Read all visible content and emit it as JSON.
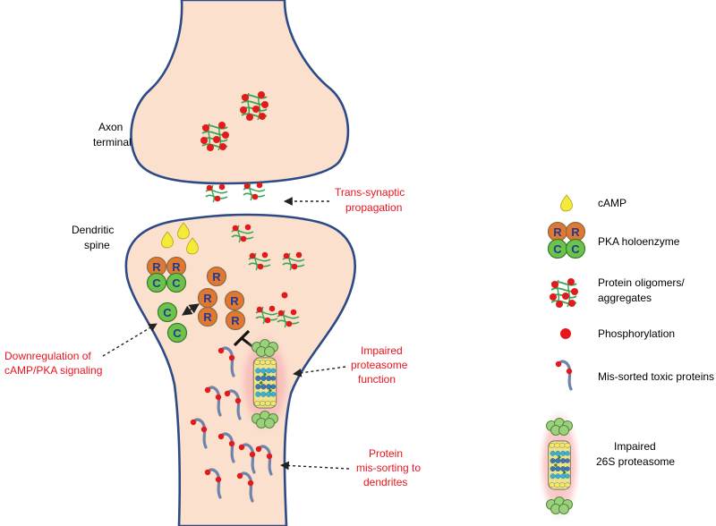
{
  "compartments": {
    "axon_terminal": [
      "Axon",
      "terminal"
    ],
    "dendritic_spine": [
      "Dendritic",
      "spine"
    ]
  },
  "annotations": {
    "trans_synaptic": [
      "Trans-synaptic",
      "propagation"
    ],
    "downregulation": [
      "Downregulation of",
      "cAMP/PKA signaling"
    ],
    "impaired_proteasome": [
      "Impaired",
      "proteasome",
      "function"
    ],
    "mis_sorting": [
      "Protein",
      "mis-sorting to",
      "dendrites"
    ]
  },
  "subunits": {
    "regulatory": "R",
    "catalytic": "C"
  },
  "legend": {
    "camp": "cAMP",
    "pka": "PKA holoenzyme",
    "oligomers": [
      "Protein oligomers/",
      "aggregates"
    ],
    "phosphorylation": "Phosphorylation",
    "missorted": "Mis-sorted toxic proteins",
    "proteasome": [
      "Impaired",
      "26S proteasome"
    ]
  },
  "colors": {
    "cell_fill": "#fbe0cd",
    "membrane": "#2c4a86",
    "red_text": "#e8141e",
    "r_subunit": "#e07830",
    "c_subunit": "#6cc24a",
    "camp": "#f4ea3a",
    "phospho": "#e31a1c",
    "oligomer_strand": "#3aa655",
    "missorted_protein": "#6e84ac",
    "proteasome_glow": "#f39a9a"
  }
}
